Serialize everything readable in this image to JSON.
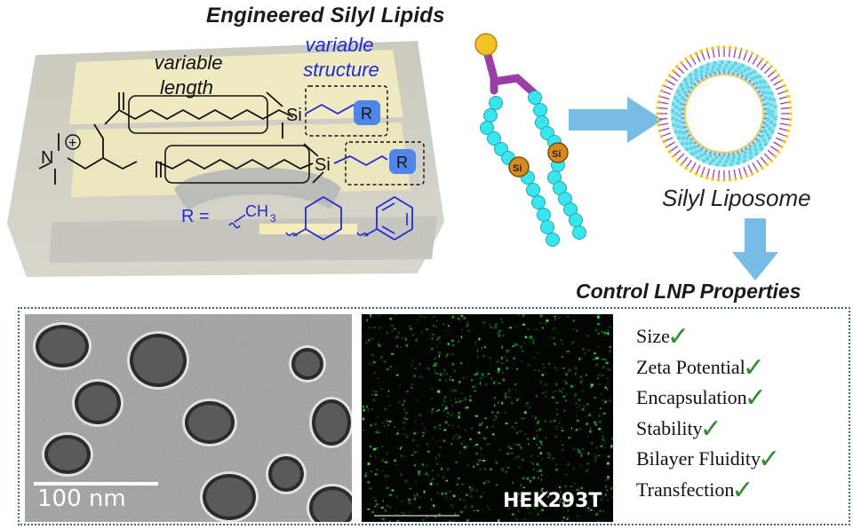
{
  "title": "Engineered Silyl Lipids",
  "molecule": {
    "label_length": [
      "variable",
      "length"
    ],
    "label_structure": [
      "variable",
      "structure"
    ],
    "r_label": "R",
    "atom_si": "Si",
    "atom_n": "N",
    "n_charge": "+",
    "r_equals": "R =",
    "r_methyl": "CH",
    "r_methyl_sub": "3"
  },
  "lipid_cartoon": {
    "si_badge": "Si"
  },
  "liposome_label": "Silyl Liposome",
  "control_title": "Control LNP Properties",
  "micrograph": {
    "scale_bar": "100 nm"
  },
  "fluorescence": {
    "cell_line": "HEK293T"
  },
  "properties": [
    "Size",
    "Zeta Potential",
    "Encapsulation",
    "Stability",
    "Bilayer Fluidity",
    "Transfection"
  ],
  "check_glyph": "✓",
  "colors": {
    "variable_text": "#1f2bd6",
    "r_group_fill": "#4f86e8",
    "check": "#2e8b2e",
    "bead": "#39e6ee",
    "headgroup": "#f2c323",
    "linker": "#9b3fa6",
    "si_badge": "#d98a1e",
    "arrow": "#5fb0e0",
    "panel_border": "#3b6aa0"
  }
}
